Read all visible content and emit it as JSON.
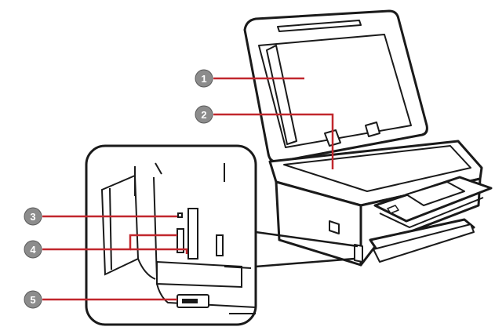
{
  "callouts": [
    {
      "number": "1"
    },
    {
      "number": "2"
    },
    {
      "number": "3"
    },
    {
      "number": "4"
    },
    {
      "number": "5"
    }
  ],
  "colors": {
    "leader_line": "#c1272d",
    "callout_circle": "#8c8c8c",
    "outline": "#1a1a1a"
  }
}
